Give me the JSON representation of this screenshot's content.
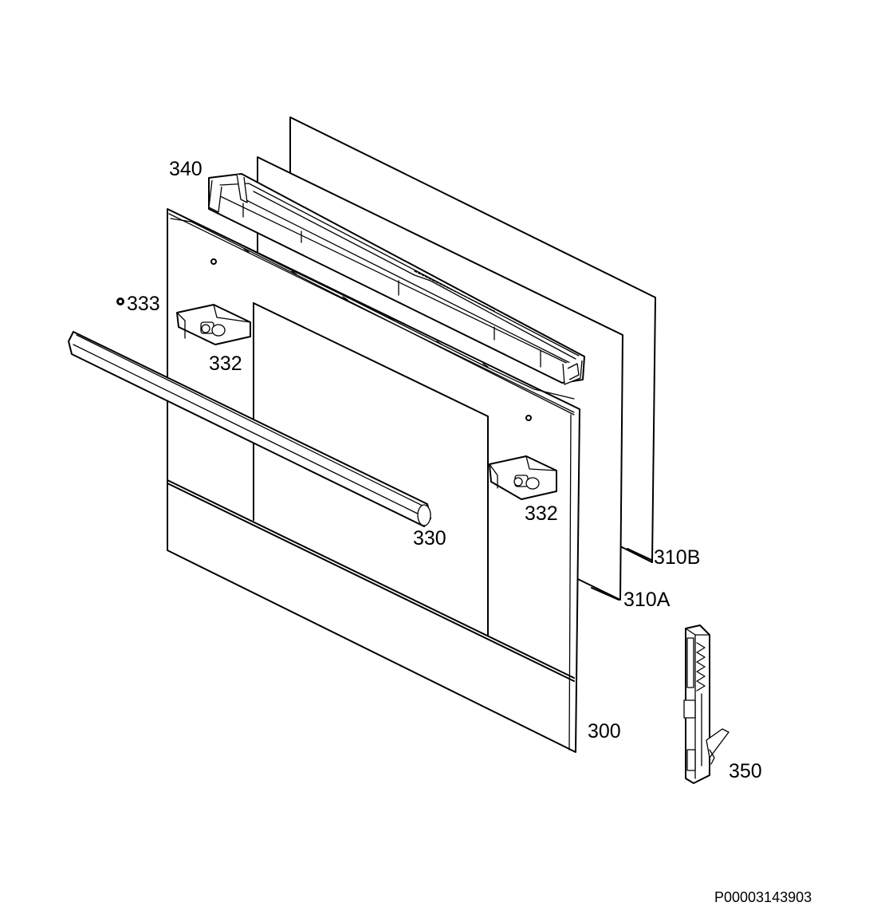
{
  "labels": {
    "p340": "340",
    "p333": "333",
    "p332_left": "332",
    "p332_right": "332",
    "p330": "330",
    "p310b": "310B",
    "p310a": "310A",
    "p300": "300",
    "p350": "350"
  },
  "reference_number": "P00003143903"
}
